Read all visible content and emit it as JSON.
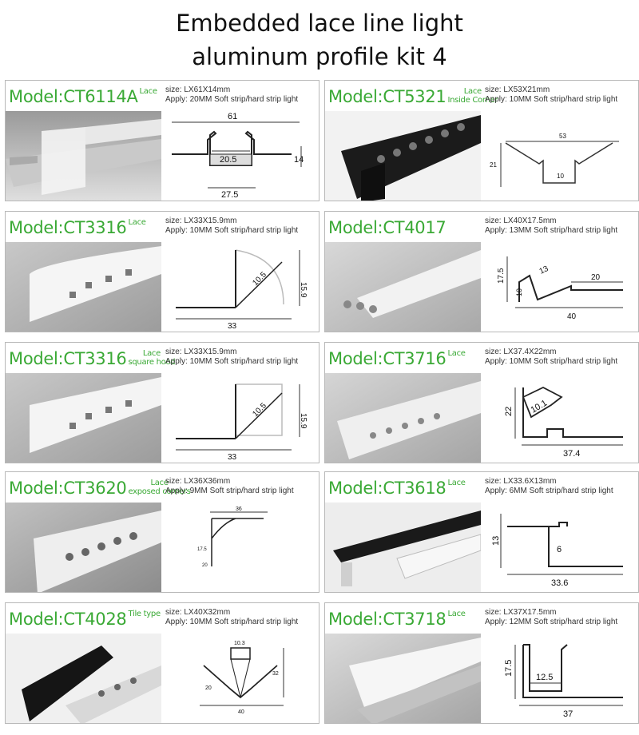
{
  "title": {
    "line1": "Embedded lace line light",
    "line2": "aluminum profile kit 4"
  },
  "products": [
    {
      "model": "Model:CT6114A",
      "tag1": "Lace",
      "tag2": "",
      "size": "size: LX61X14mm",
      "apply": "Apply: 20MM Soft strip/hard strip light",
      "dims": [
        "61",
        "14",
        "20.5",
        "27.5"
      ],
      "photo_dark": false
    },
    {
      "model": "Model:CT5321",
      "tag1": "Lace",
      "tag2": "Inside Corner",
      "size": "size: LX53X21mm",
      "apply": "Apply: 10MM Soft strip/hard strip light",
      "dims": [
        "53",
        "21",
        "10"
      ],
      "photo_dark": true
    },
    {
      "model": "Model:CT3316",
      "tag1": "Lace",
      "tag2": "",
      "size": "size: LX33X15.9mm",
      "apply": "Apply: 10MM Soft strip/hard strip light",
      "dims": [
        "10.5",
        "15.9",
        "33"
      ],
      "photo_dark": false
    },
    {
      "model": "Model:CT4017",
      "tag1": "",
      "tag2": "",
      "size": "size: LX40X17.5mm",
      "apply": "Apply: 13MM Soft strip/hard strip light",
      "dims": [
        "17.5",
        "10",
        "13",
        "20",
        "40"
      ],
      "photo_dark": false
    },
    {
      "model": "Model:CT3316",
      "tag1": "Lace",
      "tag2": "square hood",
      "size": "size: LX33X15.9mm",
      "apply": "Apply: 10MM Soft strip/hard strip light",
      "dims": [
        "10.5",
        "15.9",
        "33"
      ],
      "photo_dark": false
    },
    {
      "model": "Model:CT3716",
      "tag1": "Lace",
      "tag2": "",
      "size": "size: LX37.4X22mm",
      "apply": "Apply: 10MM Soft strip/hard strip light",
      "dims": [
        "22",
        "10.1",
        "37.4"
      ],
      "photo_dark": false
    },
    {
      "model": "Model:CT3620",
      "tag1": "Lace",
      "tag2": "exposed corners",
      "size": "size: LX36X36mm",
      "apply": "Apply: 9MM Soft strip/hard strip light",
      "dims": [
        "36",
        "17.5",
        "20"
      ],
      "photo_dark": false
    },
    {
      "model": "Model:CT3618",
      "tag1": "Lace",
      "tag2": "",
      "size": "size: LX33.6X13mm",
      "apply": "Apply: 6MM Soft strip/hard strip light",
      "dims": [
        "13",
        "6",
        "33.6"
      ],
      "photo_dark": true
    },
    {
      "model": "Model:CT4028",
      "tag1": "Tile type",
      "tag2": "",
      "size": "size: LX40X32mm",
      "apply": "Apply: 10MM Soft strip/hard strip light",
      "dims": [
        "10.3",
        "32",
        "20",
        "40"
      ],
      "photo_dark": true
    },
    {
      "model": "Model:CT3718",
      "tag1": "Lace",
      "tag2": "",
      "size": "size: LX37X17.5mm",
      "apply": "Apply: 12MM Soft strip/hard strip light",
      "dims": [
        "17.5",
        "12.5",
        "37"
      ],
      "photo_dark": false
    }
  ]
}
